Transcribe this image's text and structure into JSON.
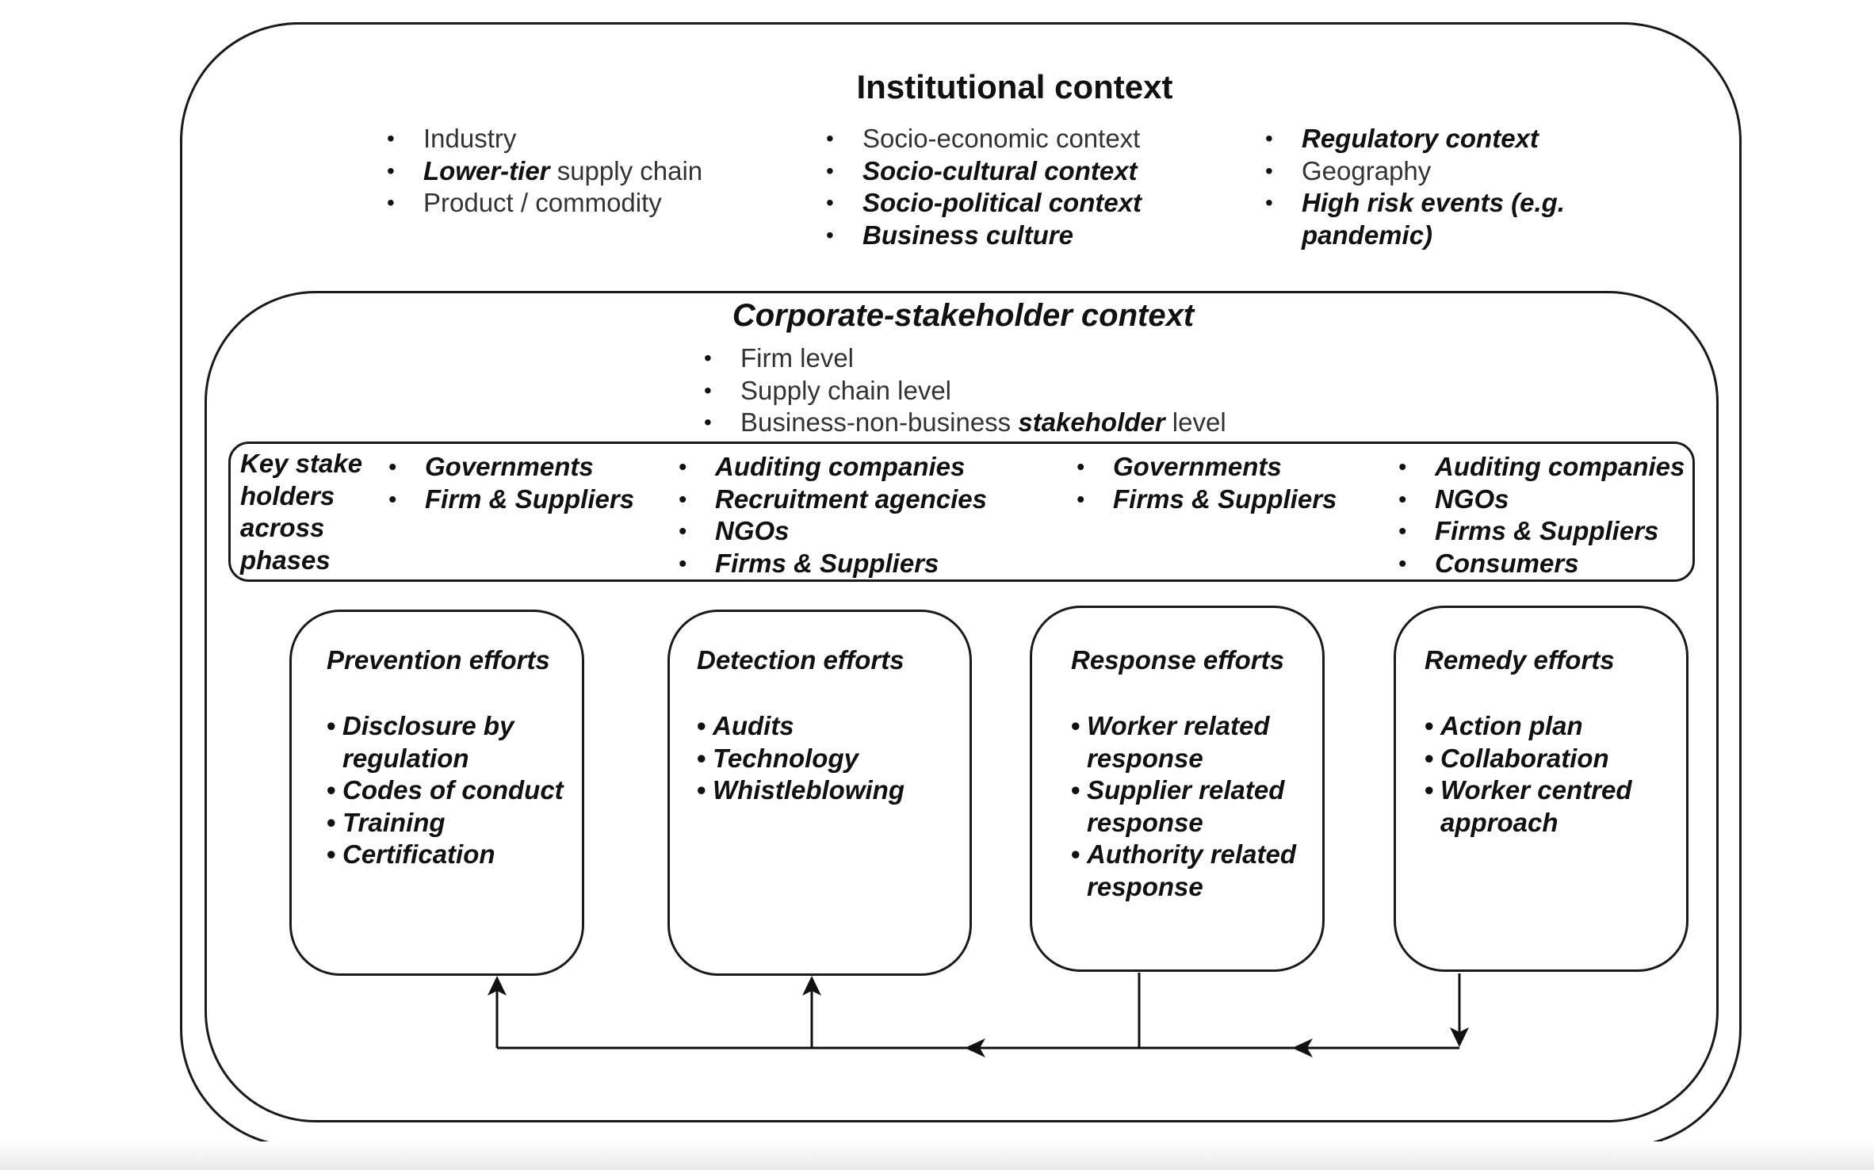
{
  "institutional": {
    "title": "Institutional context",
    "col1": [
      {
        "bold": "",
        "rest": "Industry"
      },
      {
        "bold": "Lower-tier",
        "rest": " supply chain"
      },
      {
        "bold": "",
        "rest": "Product / commodity"
      }
    ],
    "col2": [
      {
        "bold": "",
        "rest": "Socio-economic context"
      },
      {
        "bold": "Socio-cultural context",
        "rest": ""
      },
      {
        "bold": "Socio-political context",
        "rest": ""
      },
      {
        "bold": "Business culture",
        "rest": ""
      }
    ],
    "col3": [
      {
        "bold": "Regulatory context",
        "rest": ""
      },
      {
        "bold": "",
        "rest": "Geography"
      },
      {
        "bold": "High risk events (e.g. pandemic)",
        "rest": ""
      }
    ]
  },
  "corporate": {
    "title": "Corporate-stakeholder context",
    "levels": [
      {
        "pre": "Firm level",
        "bold": "",
        "post": ""
      },
      {
        "pre": "Supply chain level",
        "bold": "",
        "post": ""
      },
      {
        "pre": "Business-non-business ",
        "bold": "stakeholder",
        "post": " level"
      }
    ]
  },
  "stakeholders": {
    "label": "Key stake holders across phases",
    "prevention": [
      "Governments",
      "Firm & Suppliers"
    ],
    "detection": [
      "Auditing companies",
      "Recruitment agencies",
      "NGOs",
      "Firms & Suppliers"
    ],
    "response": [
      "Governments",
      "Firms & Suppliers"
    ],
    "remedy": [
      "Auditing companies",
      "NGOs",
      "Firms & Suppliers",
      "Consumers"
    ]
  },
  "efforts": {
    "prevention": {
      "title": "Prevention efforts",
      "items": [
        "Disclosure by regulation",
        "Codes of conduct",
        "Training",
        "Certification"
      ]
    },
    "detection": {
      "title": "Detection efforts",
      "items": [
        "Audits",
        "Technology",
        "Whistleblowing"
      ]
    },
    "response": {
      "title": "Response efforts",
      "items": [
        "Worker related response",
        "Supplier related response",
        "Authority related response"
      ]
    },
    "remedy": {
      "title": "Remedy efforts",
      "items": [
        "Action plan",
        "Collaboration",
        "Worker centred approach"
      ]
    }
  }
}
